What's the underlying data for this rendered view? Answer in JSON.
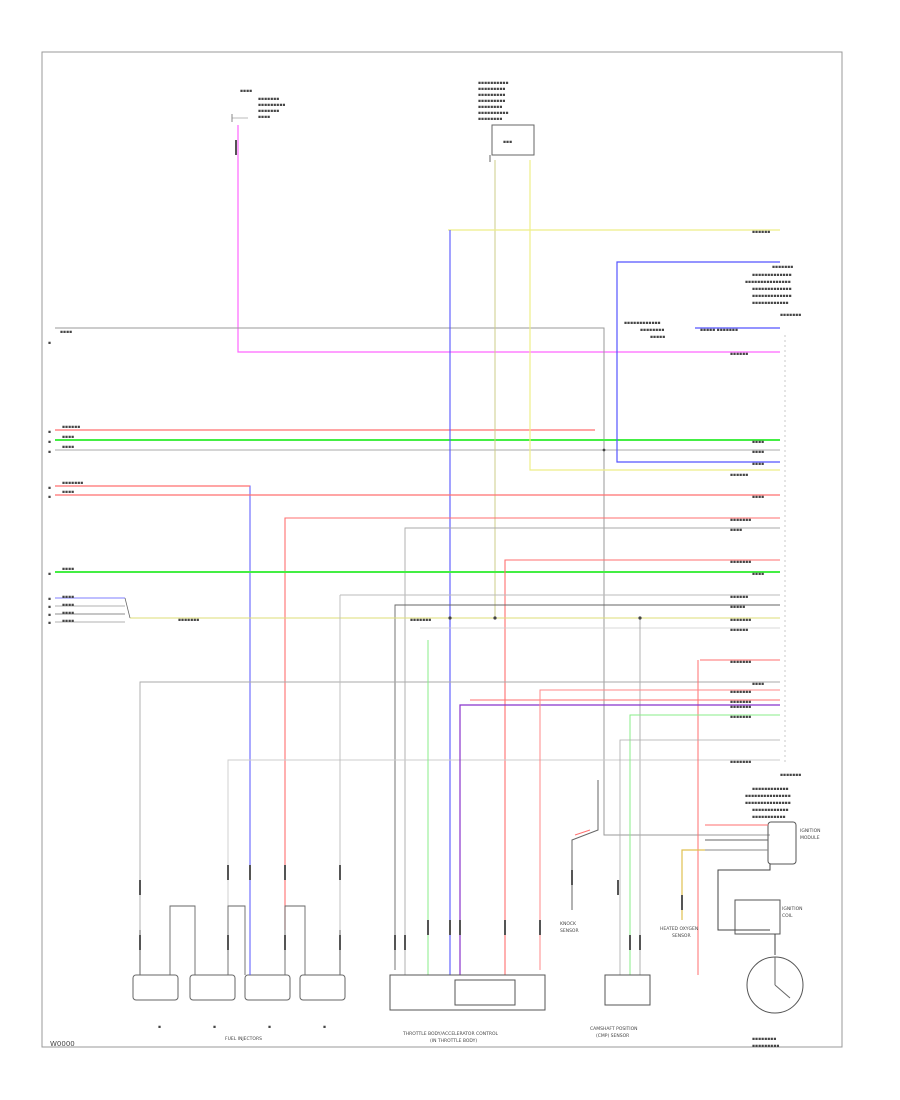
{
  "diagram_code": "W0000",
  "colors": {
    "frame": "#999999",
    "pink": "#ff66ff",
    "grey": "#9a9a9a",
    "red": "#ff6f6f",
    "green": "#44ee44",
    "blue": "#5555ff",
    "yellow": "#e8e87a",
    "purple": "#8833cc",
    "black": "#444444"
  },
  "components": {
    "ignition_module": [
      "IGNITION",
      "MODULE"
    ],
    "fuel_injectors": "FUEL INJECTORS",
    "throttle_body": [
      "THROTTLE BODY/ACCELERATOR CONTROL",
      "(IN THROTTLE BODY)"
    ],
    "knock_sensor": [
      "KNOCK",
      "SENSOR"
    ],
    "camshaft_sensor": [
      "CAMSHAFT POSITION",
      "(CMP) SENSOR"
    ],
    "heated_oxygen": [
      "HEATED OXYGEN",
      "SENSOR"
    ],
    "engine_control": [
      "ENGINE CONTROL",
      "MODULE"
    ],
    "data_link": [
      "DATA LINK",
      "CONNECTOR"
    ],
    "transmission": [
      "TRANSMISSION",
      "RANGE"
    ],
    "fuse": [
      "FUSE",
      "BOX"
    ],
    "ignition_coil": [
      "IGNITION",
      "COIL"
    ]
  }
}
